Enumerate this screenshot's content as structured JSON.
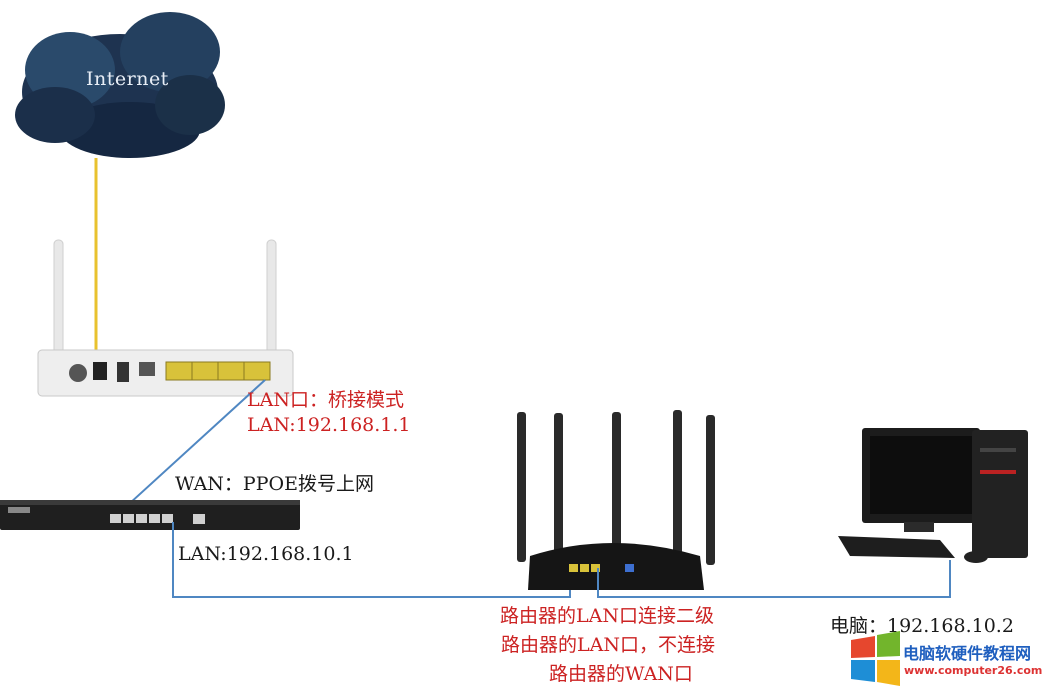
{
  "cloud": {
    "label": "Internet"
  },
  "modem": {
    "line1": "LAN口：桥接模式",
    "line2": "LAN:192.168.1.1"
  },
  "main_router": {
    "wan_label": "WAN：PPOE拨号上网",
    "lan_label": "LAN:192.168.10.1"
  },
  "secondary_router": {
    "note_lines": [
      "路由器的LAN口连接二级",
      "路由器的LAN口，不连接",
      "路由器的WAN口"
    ]
  },
  "pc": {
    "label": "电脑：192.168.10.2"
  },
  "watermark": {
    "text": "电脑软硬件教程网",
    "url": "www.computer26.com"
  },
  "colors": {
    "cable_blue": "#4f87c2",
    "cable_yellow": "#e8c22e",
    "label_red": "#cc2222",
    "label_dark": "#1a1a1a",
    "cloud_fill": "#1e3350"
  }
}
